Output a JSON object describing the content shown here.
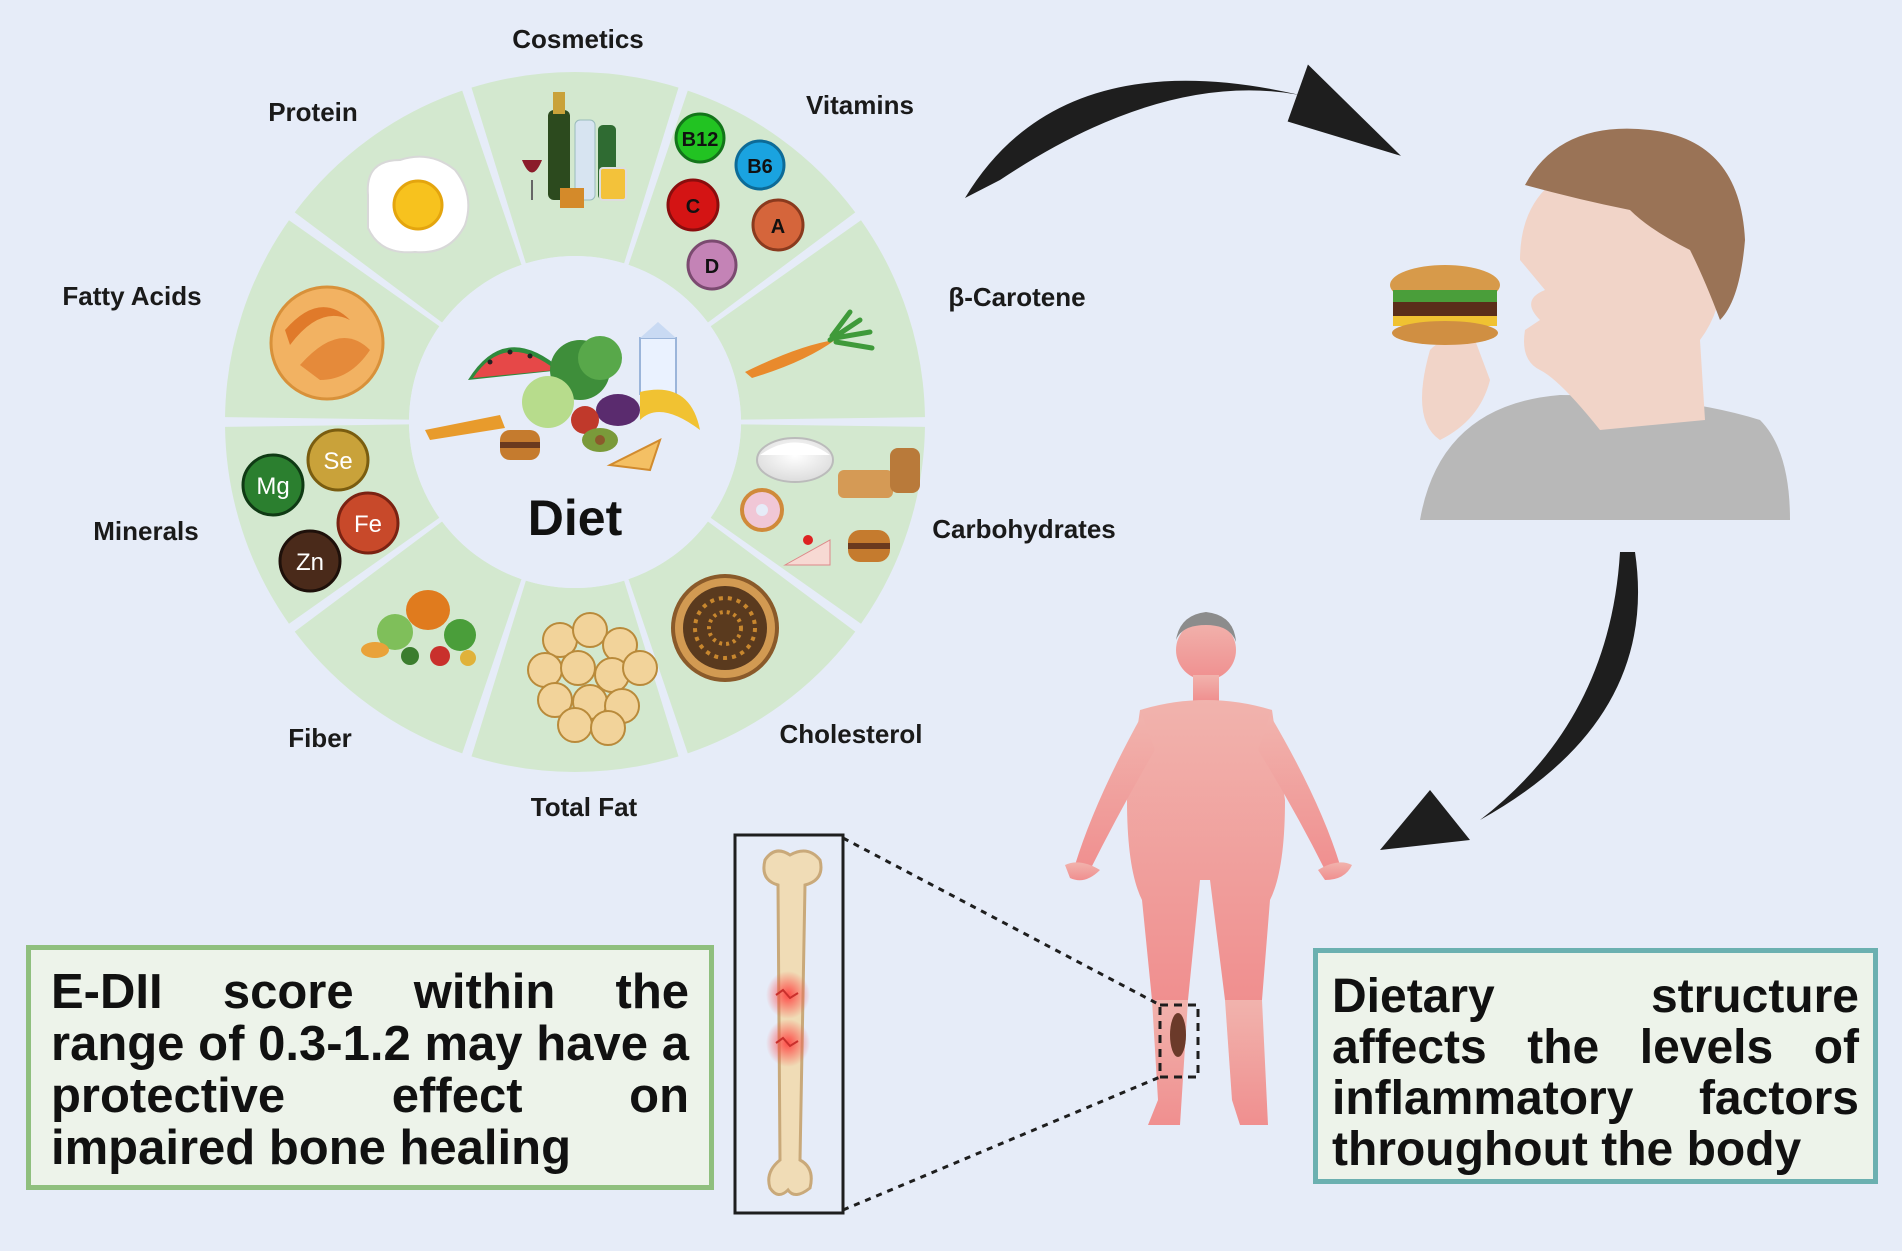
{
  "wheel": {
    "center_label": "Diet",
    "segments": [
      {
        "label": "Cosmetics"
      },
      {
        "label": "Vitamins"
      },
      {
        "label": "β-Carotene"
      },
      {
        "label": "Carbohydrates"
      },
      {
        "label": "Cholesterol"
      },
      {
        "label": "Total Fat"
      },
      {
        "label": "Fiber"
      },
      {
        "label": "Minerals"
      },
      {
        "label": "Fatty Acids"
      },
      {
        "label": "Protein"
      }
    ],
    "vitamin_badges": [
      "B12",
      "B6",
      "C",
      "A",
      "D"
    ],
    "mineral_badges": [
      "Mg",
      "Se",
      "Fe",
      "Zn"
    ],
    "colors": {
      "segment": "#d3e8cf",
      "center": "#e6ecf8",
      "arrow": "#1e1e1e"
    }
  },
  "boxes": {
    "left_text": "E-DII score within the range of 0.3-1.2 may have a protective effect on impaired bone healing",
    "right_text": "Dietary structure affects the levels of inflammatory factors throughout the body"
  }
}
